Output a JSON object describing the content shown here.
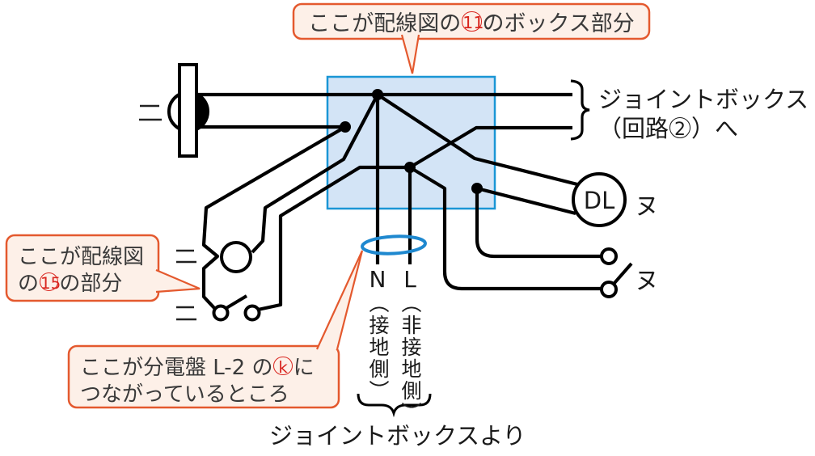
{
  "colors": {
    "wire": "#000000",
    "box_fill": "#d3e4f6",
    "box_border": "#1a96d5",
    "callout_fill": "#fdf0e8",
    "callout_border": "#e4592e",
    "circled_red": "#d9261f",
    "loop_blue": "#1e88cf"
  },
  "callouts": {
    "box11": {
      "pre": "ここが配線図の",
      "num": "11",
      "post": "のボックス部分"
    },
    "part15": {
      "line1": "ここが配線図",
      "pre2": "の",
      "num": "15",
      "post2": "の部分"
    },
    "panel_k": {
      "pre": "ここが分電盤 L-2 の",
      "num": "k",
      "post": "に",
      "line2": "つながっているところ"
    }
  },
  "labels": {
    "joint_box_line1": "ジョイントボックス",
    "joint_box_pre": "（回路",
    "joint_box_num": "2",
    "joint_box_post": "）へ",
    "dl": "DL",
    "nu_light": "ヌ",
    "nu_switch": "ヌ",
    "n": "N",
    "n_side": "（接地側）",
    "l": "L",
    "l_side": "（非接地側）",
    "from_joint_box": "ジョイントボックスより"
  }
}
